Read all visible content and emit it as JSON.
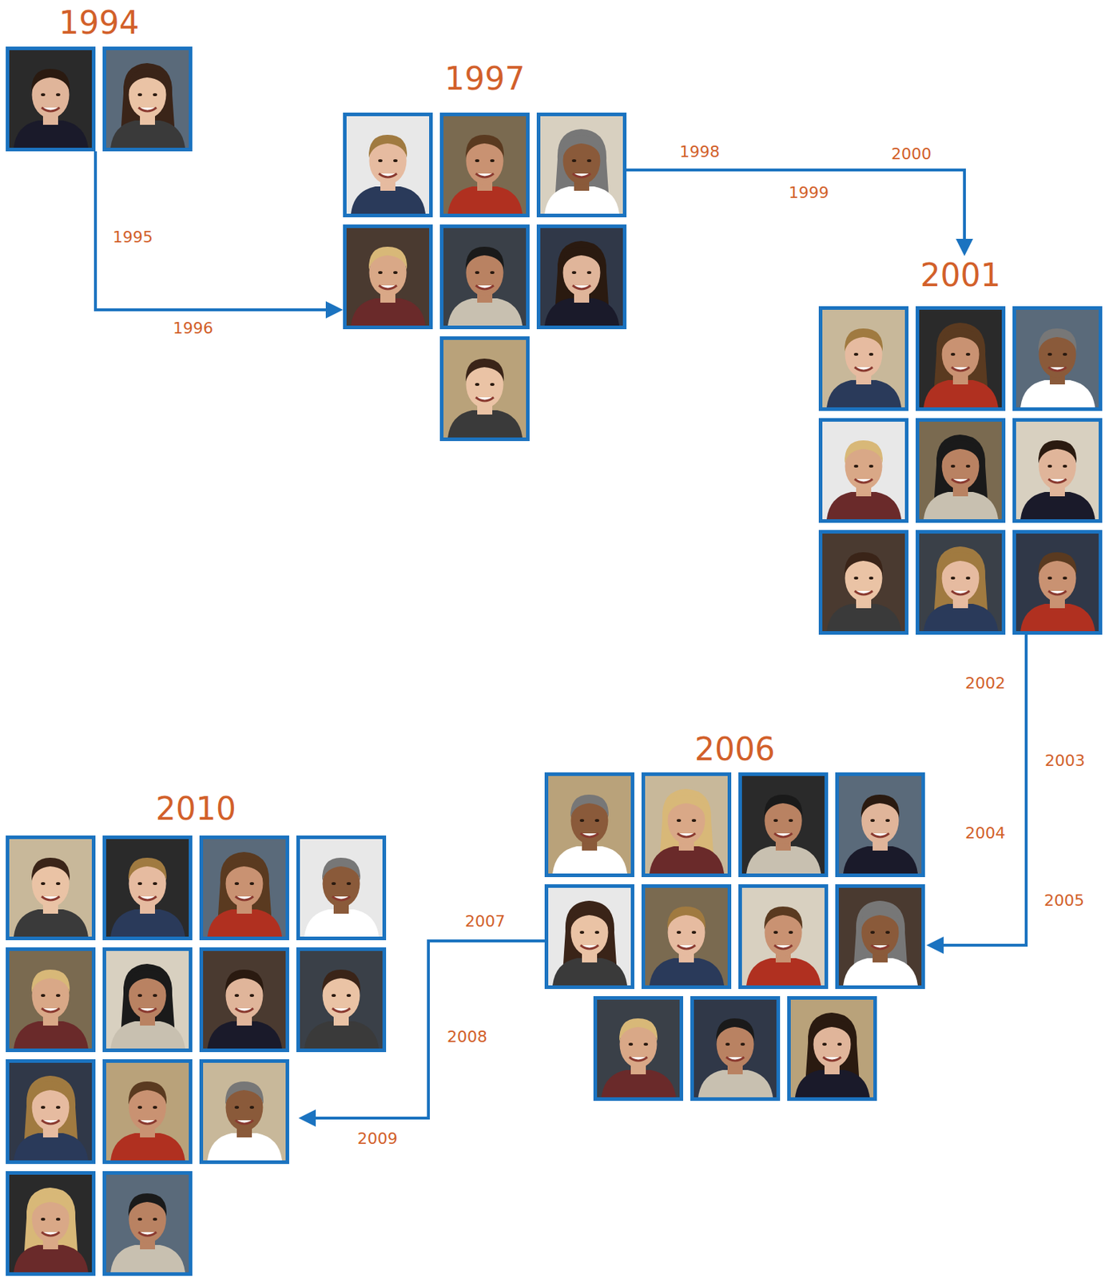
{
  "diagram": {
    "nodes": [
      {
        "text": [
          "1994"
        ]
      },
      {
        "text": [
          "1997"
        ]
      },
      {
        "text": [
          "2001"
        ]
      },
      {
        "text": [
          "2006"
        ]
      },
      {
        "text": [
          "2010"
        ]
      }
    ],
    "edges": [
      {
        "from": 0,
        "to": 1,
        "arrow": "to"
      },
      {
        "from": 1,
        "to": 2,
        "arrow": "to"
      },
      {
        "from": 2,
        "to": 3,
        "arrow": "to"
      },
      {
        "from": 3,
        "to": 4,
        "arrow": "to"
      }
    ],
    "labels": [
      "1995",
      "1996",
      "1998",
      "1999",
      "2000",
      "2002",
      "2003",
      "2004",
      "2005",
      "2007",
      "2008",
      "2009"
    ]
  }
}
